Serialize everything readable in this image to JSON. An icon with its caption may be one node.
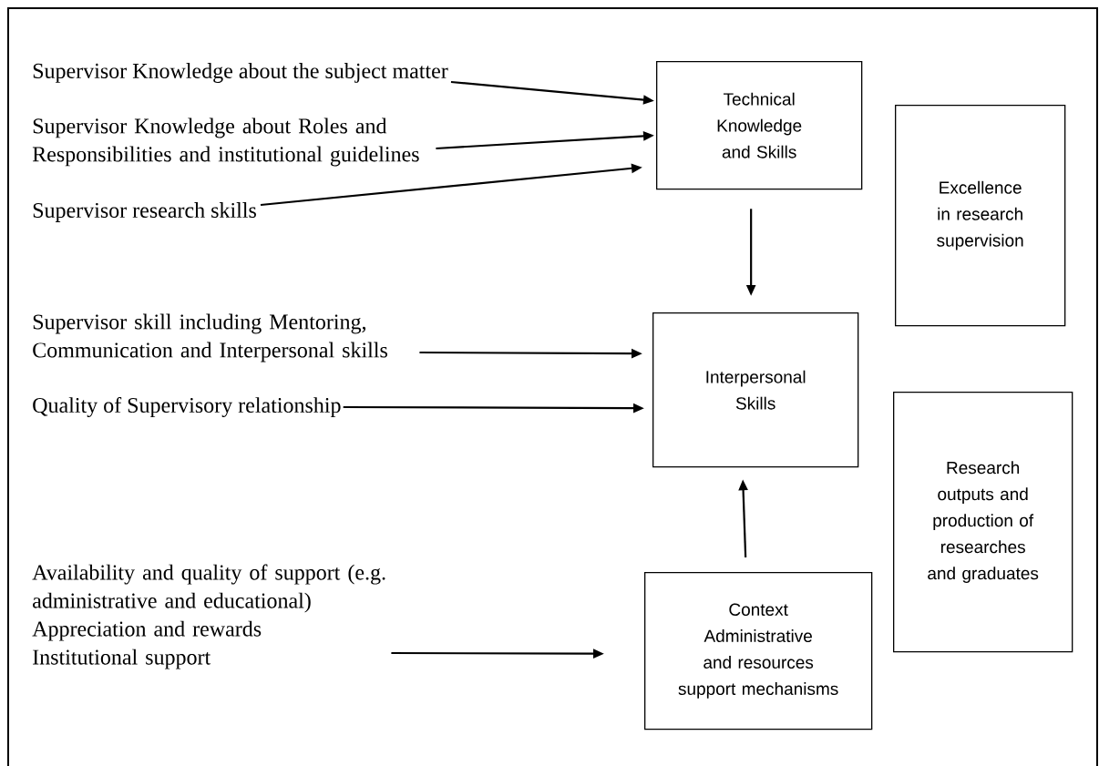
{
  "diagram": {
    "nodes": [
      {
        "text": [
          "Supervisor Knowledge about the subject matter"
        ]
      },
      {
        "text": [
          "Supervisor Knowledge about Roles and Responsibilities and institutional guidelines"
        ]
      },
      {
        "text": [
          "Supervisor research skills"
        ]
      },
      {
        "text": [
          "Technical Knowledge and Skills"
        ]
      },
      {
        "text": [
          "Excellence in research supervision"
        ]
      },
      {
        "text": [
          "Supervisor skill including Mentoring, Communication and Interpersonal skills"
        ]
      },
      {
        "text": [
          "Quality of Supervisory relationship"
        ]
      },
      {
        "text": [
          "Interpersonal Skills"
        ]
      },
      {
        "text": [
          "Research outputs and production of researches and graduates"
        ]
      },
      {
        "text": [
          "Availability and quality of support (e.g. administrative and educational)",
          "Appreciation and rewards",
          "Institutional support"
        ]
      },
      {
        "text": [
          "Context Administrative and resources support mechanisms"
        ]
      }
    ],
    "edges": [
      {
        "from": 0,
        "to": 3,
        "arrow": "to"
      },
      {
        "from": 1,
        "to": 3,
        "arrow": "to"
      },
      {
        "from": 2,
        "to": 3,
        "arrow": "to"
      },
      {
        "from": 3,
        "to": 7,
        "arrow": "to"
      },
      {
        "from": 5,
        "to": 7,
        "arrow": "to"
      },
      {
        "from": 6,
        "to": 7,
        "arrow": "to"
      },
      {
        "from": 9,
        "to": 10,
        "arrow": "to"
      },
      {
        "from": 10,
        "to": 7,
        "arrow": "to"
      }
    ]
  }
}
